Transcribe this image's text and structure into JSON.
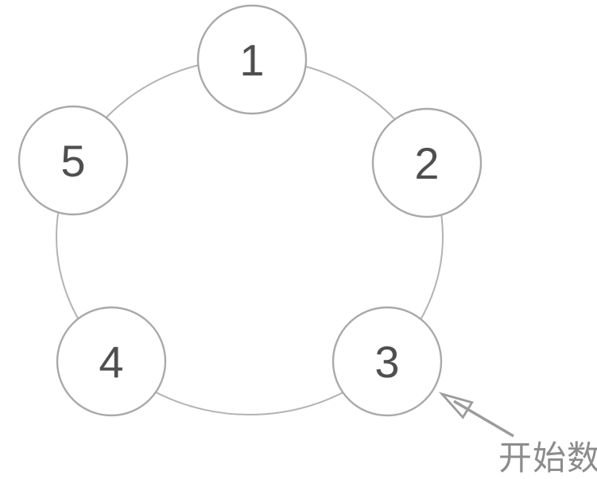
{
  "diagram": {
    "type": "counting-circle",
    "nodes": [
      {
        "label": "1"
      },
      {
        "label": "2"
      },
      {
        "label": "3"
      },
      {
        "label": "4"
      },
      {
        "label": "5"
      }
    ],
    "annotation": {
      "label": "开始数",
      "points_to_node": "3"
    },
    "colors": {
      "background": "#ffffff",
      "ring_stroke": "#b3b3b3",
      "node_stroke": "#a9a9a9",
      "node_fill": "#ffffff",
      "number_text": "#4f4f4f",
      "arrow": "#9b9b9b",
      "annotation_text": "#8c8c8c"
    }
  }
}
